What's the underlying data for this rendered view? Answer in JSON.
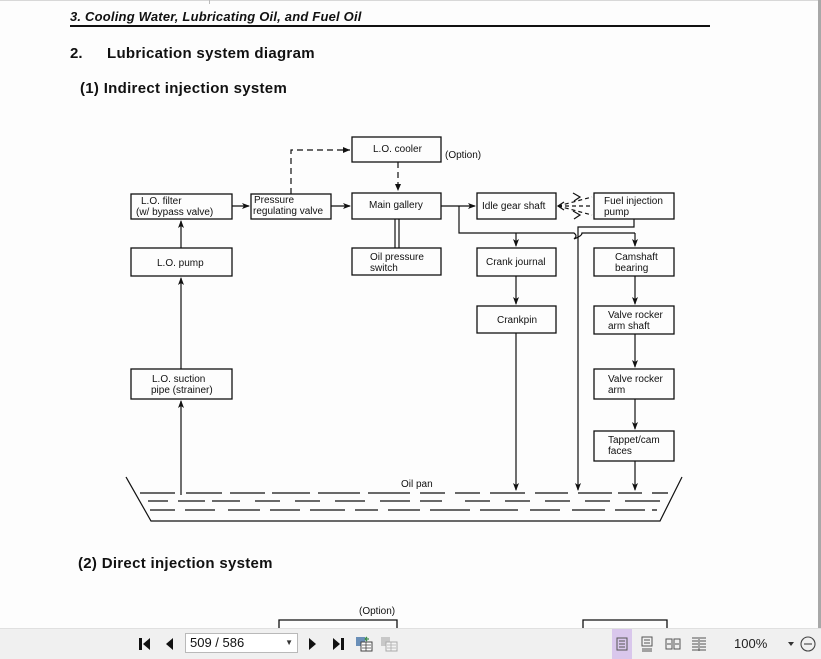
{
  "document": {
    "chapter_header": "3. Cooling Water, Lubricating Oil, and Fuel Oil",
    "section_number": "2.",
    "section_title": "Lubrication system diagram",
    "subsection1": "(1) Indirect injection system",
    "subsection2": "(2) Direct injection system",
    "subsection2_partial_label": "(Option)"
  },
  "diagram": {
    "nodes": {
      "lo_filter": [
        "L.O. filter",
        "(w/ bypass valve)"
      ],
      "pressure_valve": [
        "Pressure",
        "regulating valve"
      ],
      "lo_cooler": [
        "L.O. cooler"
      ],
      "cooler_option": "(Option)",
      "main_gallery": [
        "Main gallery"
      ],
      "oil_pressure_switch": [
        "Oil pressure",
        "switch"
      ],
      "idle_gear_shaft": [
        "Idle gear shaft"
      ],
      "fuel_injection_pump": [
        "Fuel injection",
        "pump"
      ],
      "lo_pump": [
        "L.O. pump"
      ],
      "crank_journal": [
        "Crank journal"
      ],
      "camshaft_bearing": [
        "Camshaft",
        "bearing"
      ],
      "crankpin": [
        "Crankpin"
      ],
      "valve_rocker_arm_shaft": [
        "Valve rocker",
        "arm shaft"
      ],
      "lo_suction_pipe": [
        "L.O. suction",
        "pipe (strainer)"
      ],
      "valve_rocker_arm": [
        "Valve rocker",
        "arm"
      ],
      "tappet_cam": [
        "Tappet/cam",
        "faces"
      ],
      "oil_pan": "Oil pan"
    }
  },
  "toolbar": {
    "page_value": "509 / 586",
    "zoom_value": "100%",
    "icons": [
      "first-page-icon",
      "previous-page-icon",
      "next-page-icon",
      "last-page-icon",
      "previous-view-icon",
      "next-view-icon",
      "single-page-view-icon",
      "continuous-view-icon",
      "facing-view-icon",
      "continuous-facing-view-icon",
      "zoom-out-icon"
    ]
  }
}
